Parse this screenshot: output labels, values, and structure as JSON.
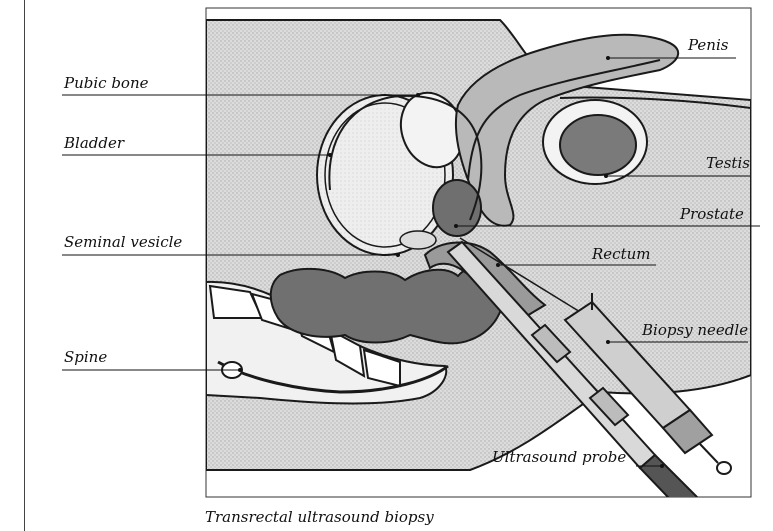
{
  "labels": {
    "penis": "Penis",
    "pubic_bone": "Pubic bone",
    "bladder": "Bladder",
    "testis": "Testis",
    "prostate": "Prostate",
    "seminal_vesicle": "Seminal vesicle",
    "rectum": "Rectum",
    "biopsy_needle": "Biopsy needle",
    "spine": "Spine",
    "ultrasound_probe": "Ultrasound probe"
  },
  "caption": "Transrectal ultrasound biopsy",
  "colors": {
    "background_tissue": "#d6d6d6",
    "organ_mid": "#b9b9b9",
    "organ_dark": "#6f6f6f",
    "light_fill": "#eeeeee",
    "outline": "#1a1a1a"
  }
}
